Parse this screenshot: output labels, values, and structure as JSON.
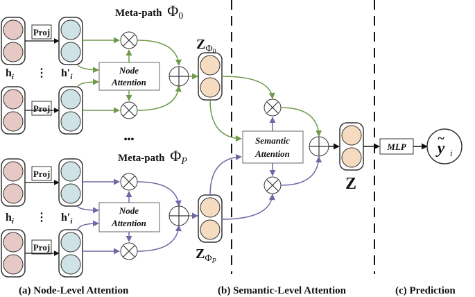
{
  "metapath_top": {
    "prefix": "Meta-path",
    "symbol": "Φ",
    "sub": "0"
  },
  "metapath_bottom": {
    "prefix": "Meta-path",
    "symbol": "Φ",
    "sub": "P"
  },
  "proj_label": "Proj",
  "h_label": "h",
  "h_sub": "i",
  "hprime_label": "h′",
  "hprime_sub": "i",
  "dots_vertical": "⋮",
  "dots_between": "•••",
  "node_attention": {
    "line1": "Node",
    "line2": "Attention"
  },
  "semantic_attention": {
    "line1": "Semantic",
    "line2": "Attention"
  },
  "z_top": {
    "letter": "Z",
    "sub_symbol": "Φ",
    "sub_index": "0"
  },
  "z_bottom": {
    "letter": "Z",
    "sub_symbol": "Φ",
    "sub_index": "P"
  },
  "z_final": "Z",
  "mlp_label": "MLP",
  "output": {
    "letter": "y",
    "tilde": "~",
    "sub": "i"
  },
  "captions": {
    "a": "(a) Node-Level Attention",
    "b": "(b) Semantic-Level Attention",
    "c": "(c) Prediction"
  },
  "colors": {
    "green": "#6e9a4a",
    "purple": "#7068a4",
    "node_pink": "#e6c8c4",
    "node_blue": "#cfe2e6",
    "node_peach": "#f5dcc0",
    "semantic_text": "#2b3a6e"
  }
}
